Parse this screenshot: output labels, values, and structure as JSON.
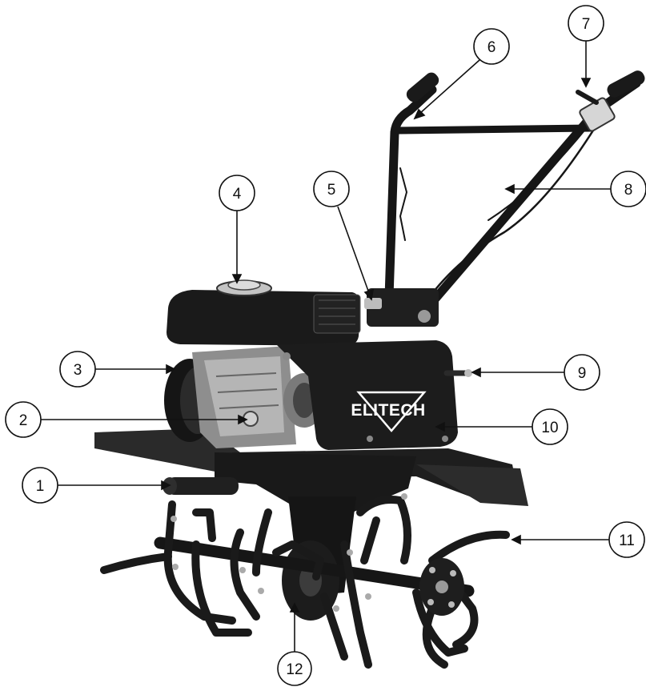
{
  "brand": {
    "name": "ELITECH"
  },
  "callouts": [
    {
      "number": "1"
    },
    {
      "number": "2"
    },
    {
      "number": "3"
    },
    {
      "number": "4"
    },
    {
      "number": "5"
    },
    {
      "number": "6"
    },
    {
      "number": "7"
    },
    {
      "number": "8"
    },
    {
      "number": "9"
    },
    {
      "number": "10"
    },
    {
      "number": "11"
    },
    {
      "number": "12"
    }
  ],
  "colors": {
    "machine": "#1c1c1c",
    "metal": "#9a9a9a",
    "line": "#111111",
    "background": "#ffffff"
  }
}
